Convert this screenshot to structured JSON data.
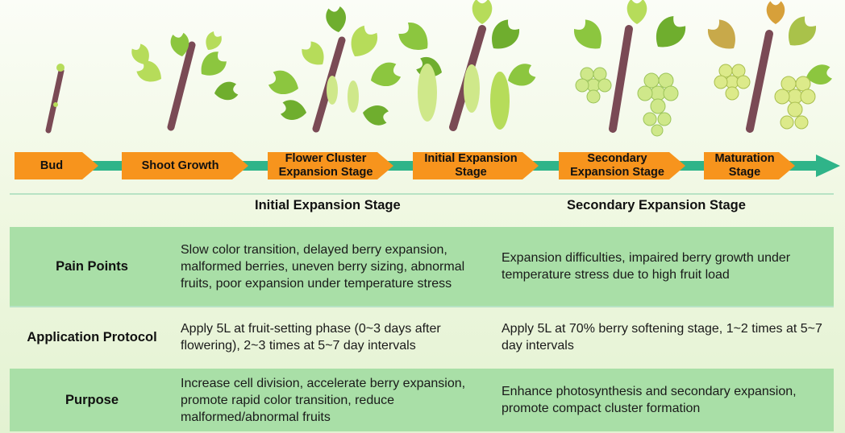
{
  "stages": [
    {
      "label": "Bud"
    },
    {
      "label": "Shoot Growth"
    },
    {
      "label": "Flower Cluster\nExpansion Stage"
    },
    {
      "label": "Initial Expansion\nStage"
    },
    {
      "label": "Secondary\nExpansion Stage"
    },
    {
      "label": "Maturation\nStage"
    }
  ],
  "table": {
    "columns": [
      "Initial Expansion Stage",
      "Secondary Expansion Stage"
    ],
    "rows": [
      {
        "label": "Pain Points",
        "initial": "Slow color transition, delayed berry expansion, malformed berries, uneven berry sizing, abnormal fruits, poor expansion under temperature stress",
        "secondary": "Expansion difficulties, impaired berry growth under temperature stress due to high fruit load"
      },
      {
        "label": "Application Protocol",
        "initial": "Apply 5L at fruit-setting phase (0~3 days after flowering), 2~3 times at 5~7 day intervals",
        "secondary": "Apply 5L at 70% berry softening stage, 1~2 times at 5~7 day intervals"
      },
      {
        "label": "Purpose",
        "initial": "Increase cell division, accelerate berry expansion, promote rapid color transition, reduce malformed/abnormal fruits",
        "secondary": "Enhance photosynthesis and secondary expansion, promote compact cluster formation"
      }
    ]
  },
  "colors": {
    "stage_fill": "#f7941d",
    "arrow": "#2fb489",
    "row_shade": "#a9dfa7",
    "leaf_light": "#b6dc5a",
    "leaf_dark": "#6fae2e",
    "stem": "#7a4a55",
    "grape": "#cfe88a"
  }
}
